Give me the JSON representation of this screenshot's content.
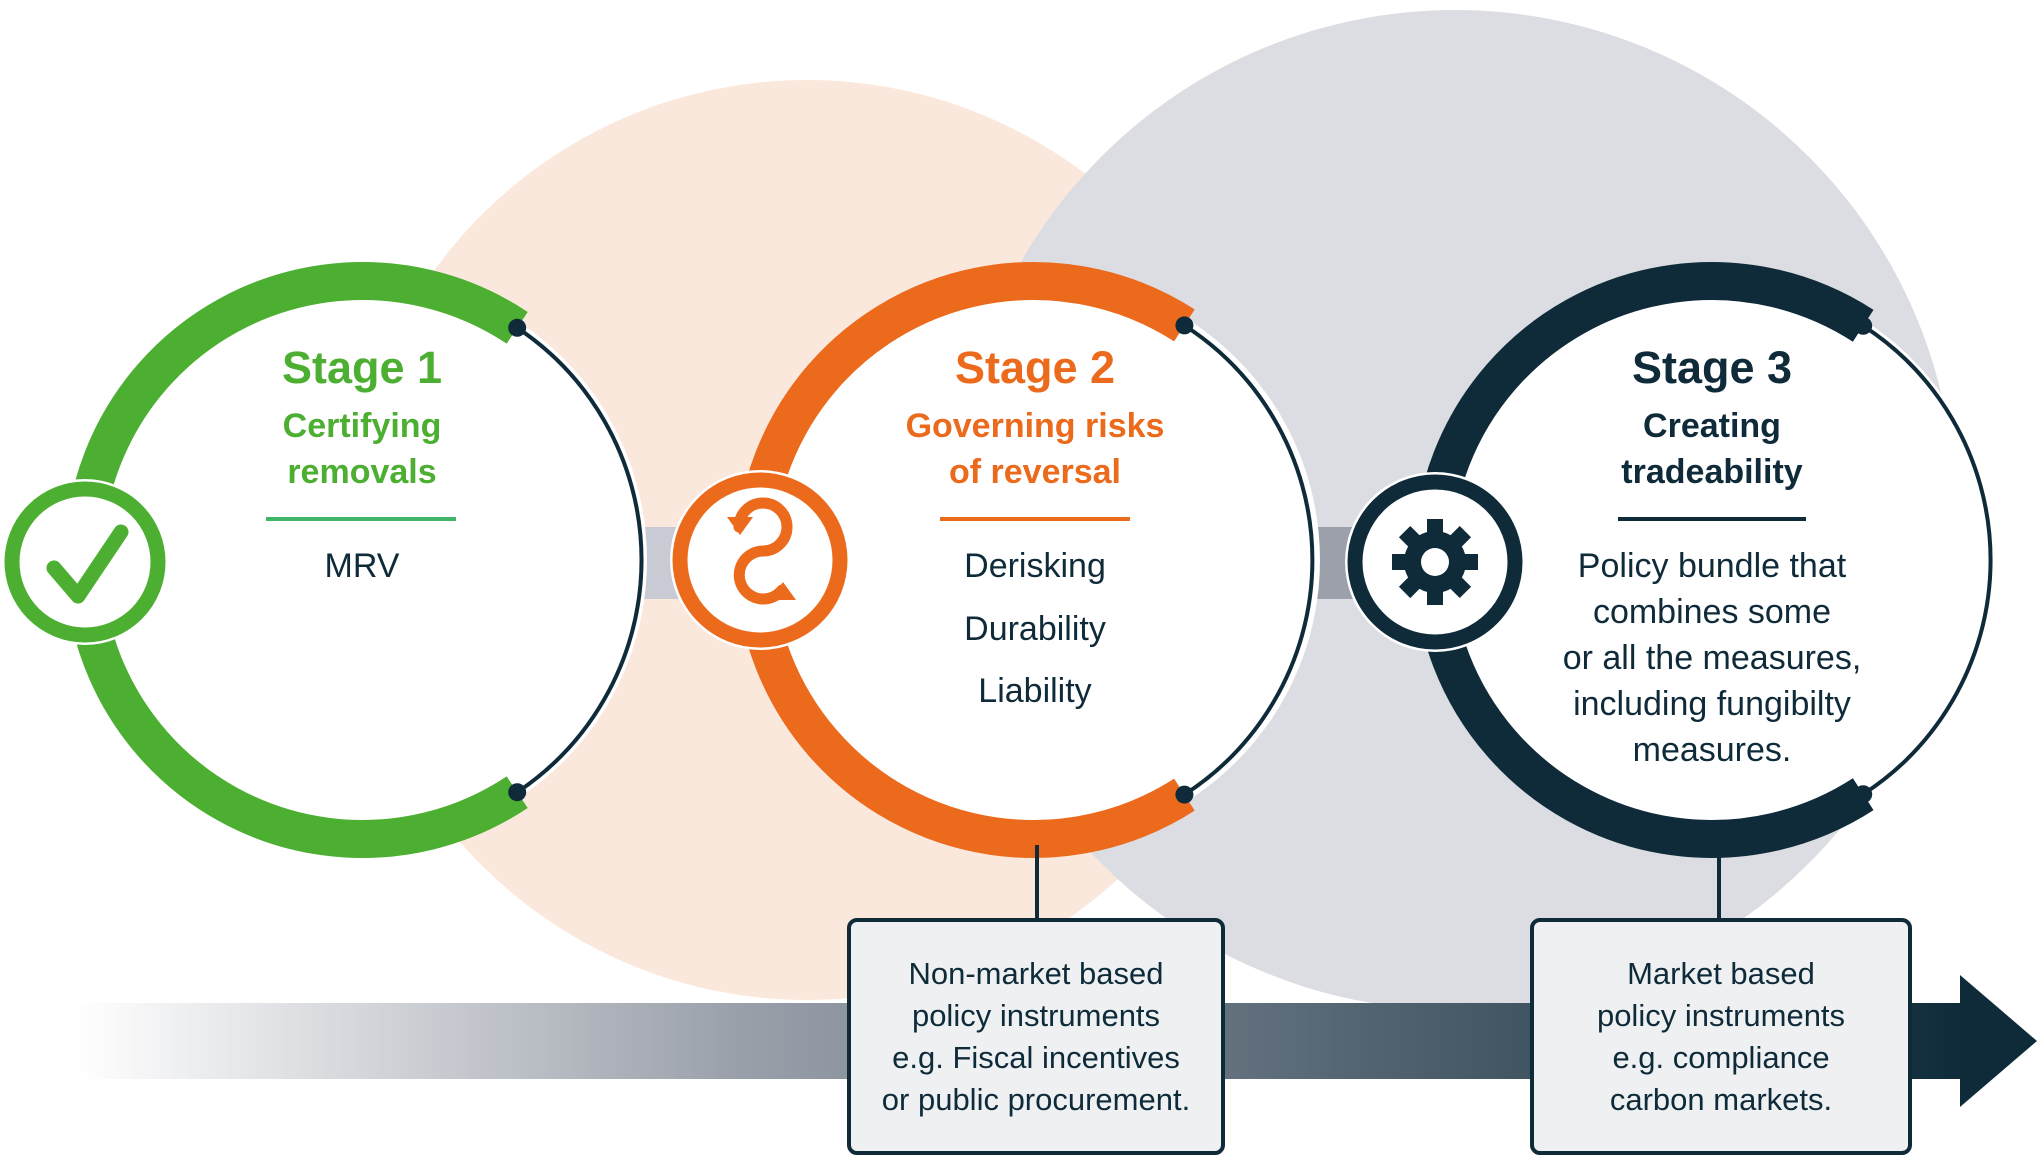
{
  "colors": {
    "stage1": "#4caf32",
    "stage2": "#eb6a1c",
    "stage3": "#0f2b3a",
    "peach_bg": "#fbe8dc",
    "grey_bg": "#dcdde2",
    "divider1": "#3fb56a"
  },
  "stages": [
    {
      "title": "Stage 1",
      "subtitle_lines": [
        "Certifying",
        "removals"
      ],
      "items": [
        "MRV"
      ],
      "icon": "checkmark-icon"
    },
    {
      "title": "Stage 2",
      "subtitle_lines": [
        "Governing risks",
        "of reversal"
      ],
      "items": [
        "Derisking",
        "Durability",
        "Liability"
      ],
      "icon": "reversal-arrows-icon"
    },
    {
      "title": "Stage 3",
      "subtitle_lines": [
        "Creating",
        "tradeability"
      ],
      "items": [
        "Policy bundle that",
        "combines some",
        "or all the measures,",
        "including fungibilty",
        "measures."
      ],
      "icon": "gear-icon"
    }
  ],
  "boxes": [
    {
      "lines": [
        "Non-market based",
        "policy instruments",
        "e.g. Fiscal incentives",
        "or public procurement."
      ]
    },
    {
      "lines": [
        "Market based",
        "policy instruments",
        "e.g. compliance",
        "carbon markets."
      ]
    }
  ]
}
